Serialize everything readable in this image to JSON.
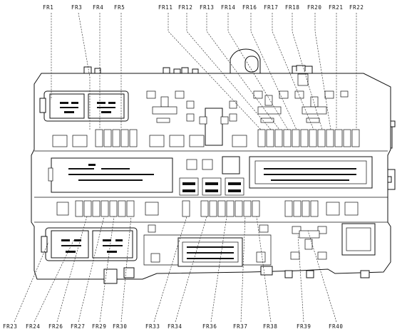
{
  "top_labels": [
    "FR1",
    "FR3",
    "FR4",
    "FR5",
    "FR11",
    "FR12",
    "FR13",
    "FR14",
    "FR16",
    "FR17",
    "FR18",
    "FR20",
    "FR21",
    "FR22"
  ],
  "bottom_labels": [
    "FR23",
    "FR24",
    "FR26",
    "FR27",
    "FR29",
    "FR30",
    "FR33",
    "FR34",
    "FR36",
    "FR37",
    "FR38",
    "FR39",
    "FR40"
  ],
  "label_font_color": "#111111",
  "line_color": "#111111"
}
